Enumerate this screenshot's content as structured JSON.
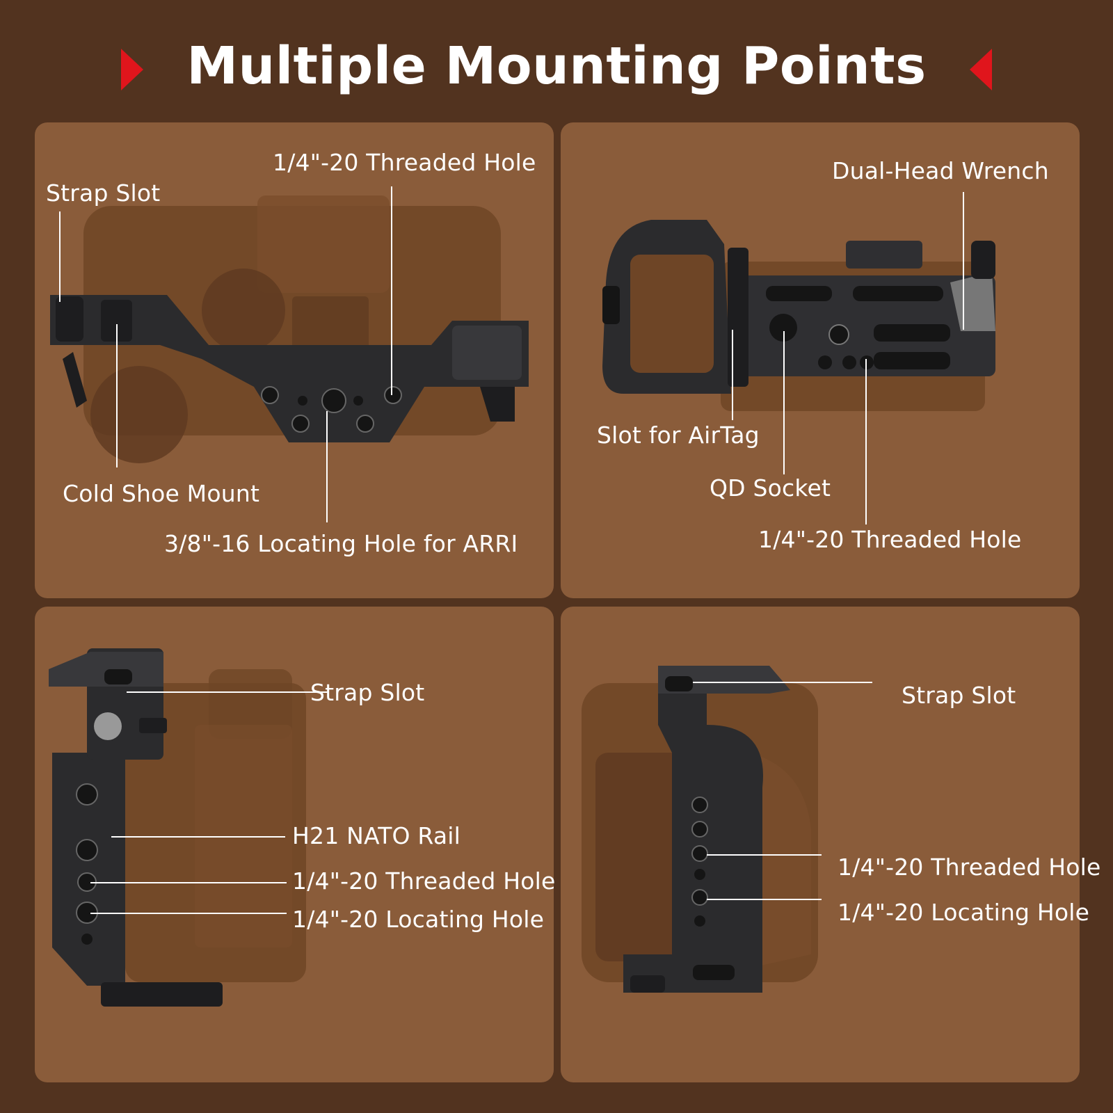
{
  "title": "Multiple Mounting Points",
  "colors": {
    "background": "#52331f",
    "panel": "#8a5c3a",
    "accent_red": "#e0151c",
    "cage_metal": "#2b2b2d",
    "camera_body": "#6e4526"
  },
  "panels": {
    "top_left": {
      "labels": {
        "threaded_hole": "1/4\"-20 Threaded Hole",
        "strap_slot": "Strap Slot",
        "cold_shoe": "Cold Shoe Mount",
        "arri_hole": "3/8\"-16 Locating Hole for ARRI"
      }
    },
    "top_right": {
      "labels": {
        "wrench": "Dual-Head Wrench",
        "airtag": "Slot for AirTag",
        "qd_socket": "QD Socket",
        "threaded_hole": "1/4\"-20 Threaded Hole"
      }
    },
    "bottom_left": {
      "labels": {
        "strap_slot": "Strap Slot",
        "nato_rail": "H21 NATO Rail",
        "threaded_hole": "1/4\"-20 Threaded Hole",
        "locating_hole": "1/4\"-20 Locating Hole"
      }
    },
    "bottom_right": {
      "labels": {
        "strap_slot": "Strap Slot",
        "threaded_hole": "1/4\"-20 Threaded Hole",
        "locating_hole": "1/4\"-20 Locating Hole"
      }
    }
  }
}
